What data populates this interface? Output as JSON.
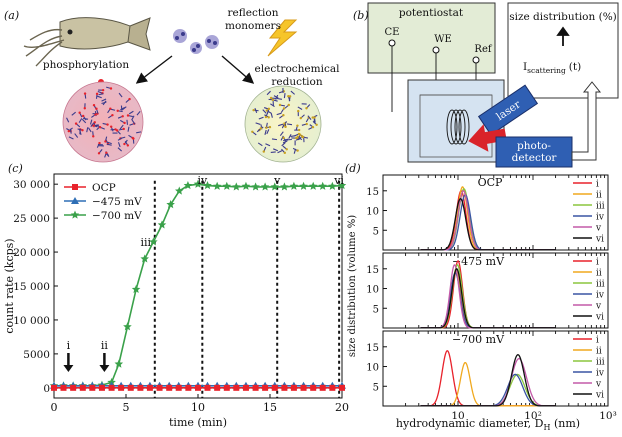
{
  "panel_labels": {
    "a": "(a)",
    "b": "(b)",
    "c": "(c)",
    "d": "(d)"
  },
  "panel_a": {
    "monomers_label": [
      "reflection",
      "monomers"
    ],
    "left_label": "phosphorylation",
    "right_label": [
      "electrochemical",
      "reduction"
    ]
  },
  "panel_b": {
    "potentiostat_label": "potentiostat",
    "electrodes": [
      "CE",
      "WE",
      "Ref"
    ],
    "size_box_title": "size distribution (%)",
    "scattering_label_main": "I",
    "scattering_label_sub": "scattering",
    "scattering_label_tail": "(t)",
    "laser_label": "laser",
    "detector_label": [
      "photo-",
      "detector"
    ]
  },
  "colors": {
    "ocp": "#e8222b",
    "v475": "#2f6fb5",
    "v700": "#3aa14a",
    "potentiostat_fill": "#e3ecd6",
    "cell_fill": "#d5e3f1",
    "laser_blue": "#2f5fb3",
    "arrow_red": "#d9232a",
    "dist": [
      "#e8222b",
      "#f0a91f",
      "#8cc63f",
      "#3a55a4",
      "#c45aa8",
      "#111111"
    ]
  },
  "chart_data": [
    {
      "type": "line",
      "panel": "(c)",
      "xlabel": "time (min)",
      "ylabel": "count rate (kcps)",
      "xlim": [
        0,
        20
      ],
      "ylim": [
        -1500,
        31500
      ],
      "xticks": [
        "0",
        "5",
        "10",
        "15",
        "20"
      ],
      "yticks": [
        "0",
        "5000",
        "10 000",
        "15 000",
        "20 000",
        "25 000",
        "30 000"
      ],
      "legend_position": "top-left",
      "series": [
        {
          "name": "OCP",
          "marker": "square",
          "x": [
            0,
            0.66,
            1.33,
            2,
            2.66,
            3.33,
            4,
            4.66,
            5.33,
            6,
            6.66,
            7.33,
            8,
            8.66,
            9.33,
            10,
            10.66,
            11.33,
            12,
            12.66,
            13.33,
            14,
            14.66,
            15.33,
            16,
            16.66,
            17.33,
            18,
            18.66,
            19.33,
            20
          ],
          "y": [
            0,
            0,
            0,
            0,
            0,
            0,
            0,
            0,
            0,
            0,
            0,
            0,
            0,
            0,
            0,
            0,
            0,
            0,
            0,
            0,
            0,
            0,
            0,
            0,
            0,
            0,
            0,
            0,
            0,
            0,
            0
          ]
        },
        {
          "name": "−475 mV",
          "marker": "triangle",
          "x": [
            0,
            0.66,
            1.33,
            2,
            2.66,
            3.33,
            4,
            4.66,
            5.33,
            6,
            6.66,
            7.33,
            8,
            8.66,
            9.33,
            10,
            10.66,
            11.33,
            12,
            12.66,
            13.33,
            14,
            14.66,
            15.33,
            16,
            16.66,
            17.33,
            18,
            18.66,
            19.33,
            20
          ],
          "y": [
            300,
            300,
            300,
            300,
            300,
            300,
            300,
            300,
            300,
            300,
            300,
            300,
            300,
            300,
            300,
            300,
            300,
            300,
            300,
            300,
            300,
            300,
            300,
            300,
            300,
            300,
            300,
            300,
            300,
            300,
            300
          ]
        },
        {
          "name": "−700 mV",
          "marker": "star",
          "x": [
            0,
            0.66,
            1.33,
            2,
            2.66,
            3.33,
            4,
            4.5,
            5.1,
            5.7,
            6.3,
            6.9,
            7.5,
            8.1,
            8.7,
            9.3,
            10,
            10.66,
            11.33,
            12,
            12.66,
            13.33,
            14,
            14.66,
            15.33,
            16,
            16.66,
            17.33,
            18,
            18.66,
            19.33,
            20
          ],
          "y": [
            300,
            300,
            300,
            300,
            300,
            400,
            800,
            3500,
            9000,
            14500,
            19000,
            21500,
            24000,
            27000,
            29000,
            29800,
            30000,
            29800,
            29700,
            29700,
            29600,
            29700,
            29600,
            29600,
            29600,
            29600,
            29700,
            29700,
            29700,
            29700,
            29700,
            29800
          ]
        }
      ],
      "vertical_lines": [
        7,
        10.3,
        15.5,
        19.8
      ],
      "annotations": [
        {
          "text": "i",
          "x": 1.0,
          "type": "arrow"
        },
        {
          "text": "ii",
          "x": 3.5,
          "type": "arrow"
        },
        {
          "text": "iii",
          "x": 7.0
        },
        {
          "text": "iv",
          "x": 10.3
        },
        {
          "text": "v",
          "x": 15.5
        },
        {
          "text": "vi",
          "x": 19.8
        }
      ]
    },
    {
      "type": "line",
      "panel": "(d)",
      "xlabel_main": "hydrodynamic diameter, D",
      "xlabel_sub": "H",
      "xlabel_tail": " (nm)",
      "ylabel": "size distribution (volume %)",
      "xscale": "log",
      "xlim": [
        1,
        1000
      ],
      "xticks": [
        "10",
        "10²",
        "10³"
      ],
      "legend": [
        "i",
        "ii",
        "iii",
        "iv",
        "v",
        "vi"
      ],
      "subplots": [
        {
          "label": "OCP",
          "ylim": [
            0,
            19
          ],
          "yticks": [
            "5",
            "10",
            "15"
          ],
          "peaks": [
            {
              "mu": 11.0,
              "sigma": 0.065,
              "h": 15
            },
            {
              "mu": 11.5,
              "sigma": 0.065,
              "h": 16
            },
            {
              "mu": 12.0,
              "sigma": 0.07,
              "h": 15.5
            },
            {
              "mu": 12.5,
              "sigma": 0.07,
              "h": 14
            },
            {
              "mu": 11.8,
              "sigma": 0.07,
              "h": 15
            },
            {
              "mu": 10.8,
              "sigma": 0.07,
              "h": 13
            }
          ]
        },
        {
          "label": "−475 mV",
          "ylim": [
            0,
            19
          ],
          "yticks": [
            "5",
            "10",
            "15"
          ],
          "peaks": [
            {
              "mu": 10.0,
              "sigma": 0.06,
              "h": 17
            },
            {
              "mu": 9.5,
              "sigma": 0.06,
              "h": 15
            },
            {
              "mu": 9.8,
              "sigma": 0.065,
              "h": 16
            },
            {
              "mu": 9.2,
              "sigma": 0.065,
              "h": 14
            },
            {
              "mu": 9.0,
              "sigma": 0.06,
              "h": 16
            },
            {
              "mu": 9.6,
              "sigma": 0.065,
              "h": 15
            }
          ]
        },
        {
          "label": "−700 mV",
          "ylim": [
            0,
            19
          ],
          "yticks": [
            "5",
            "10",
            "15"
          ],
          "peaks": [
            {
              "mu": 7.2,
              "sigma": 0.07,
              "h": 14
            },
            {
              "mu": 12.5,
              "sigma": 0.065,
              "h": 11
            },
            {
              "mu": 62,
              "sigma": 0.1,
              "h": 8
            },
            {
              "mu": 58,
              "sigma": 0.1,
              "h": 8
            },
            {
              "mu": 65,
              "sigma": 0.1,
              "h": 12
            },
            {
              "mu": 63,
              "sigma": 0.085,
              "h": 13
            }
          ]
        }
      ]
    }
  ]
}
